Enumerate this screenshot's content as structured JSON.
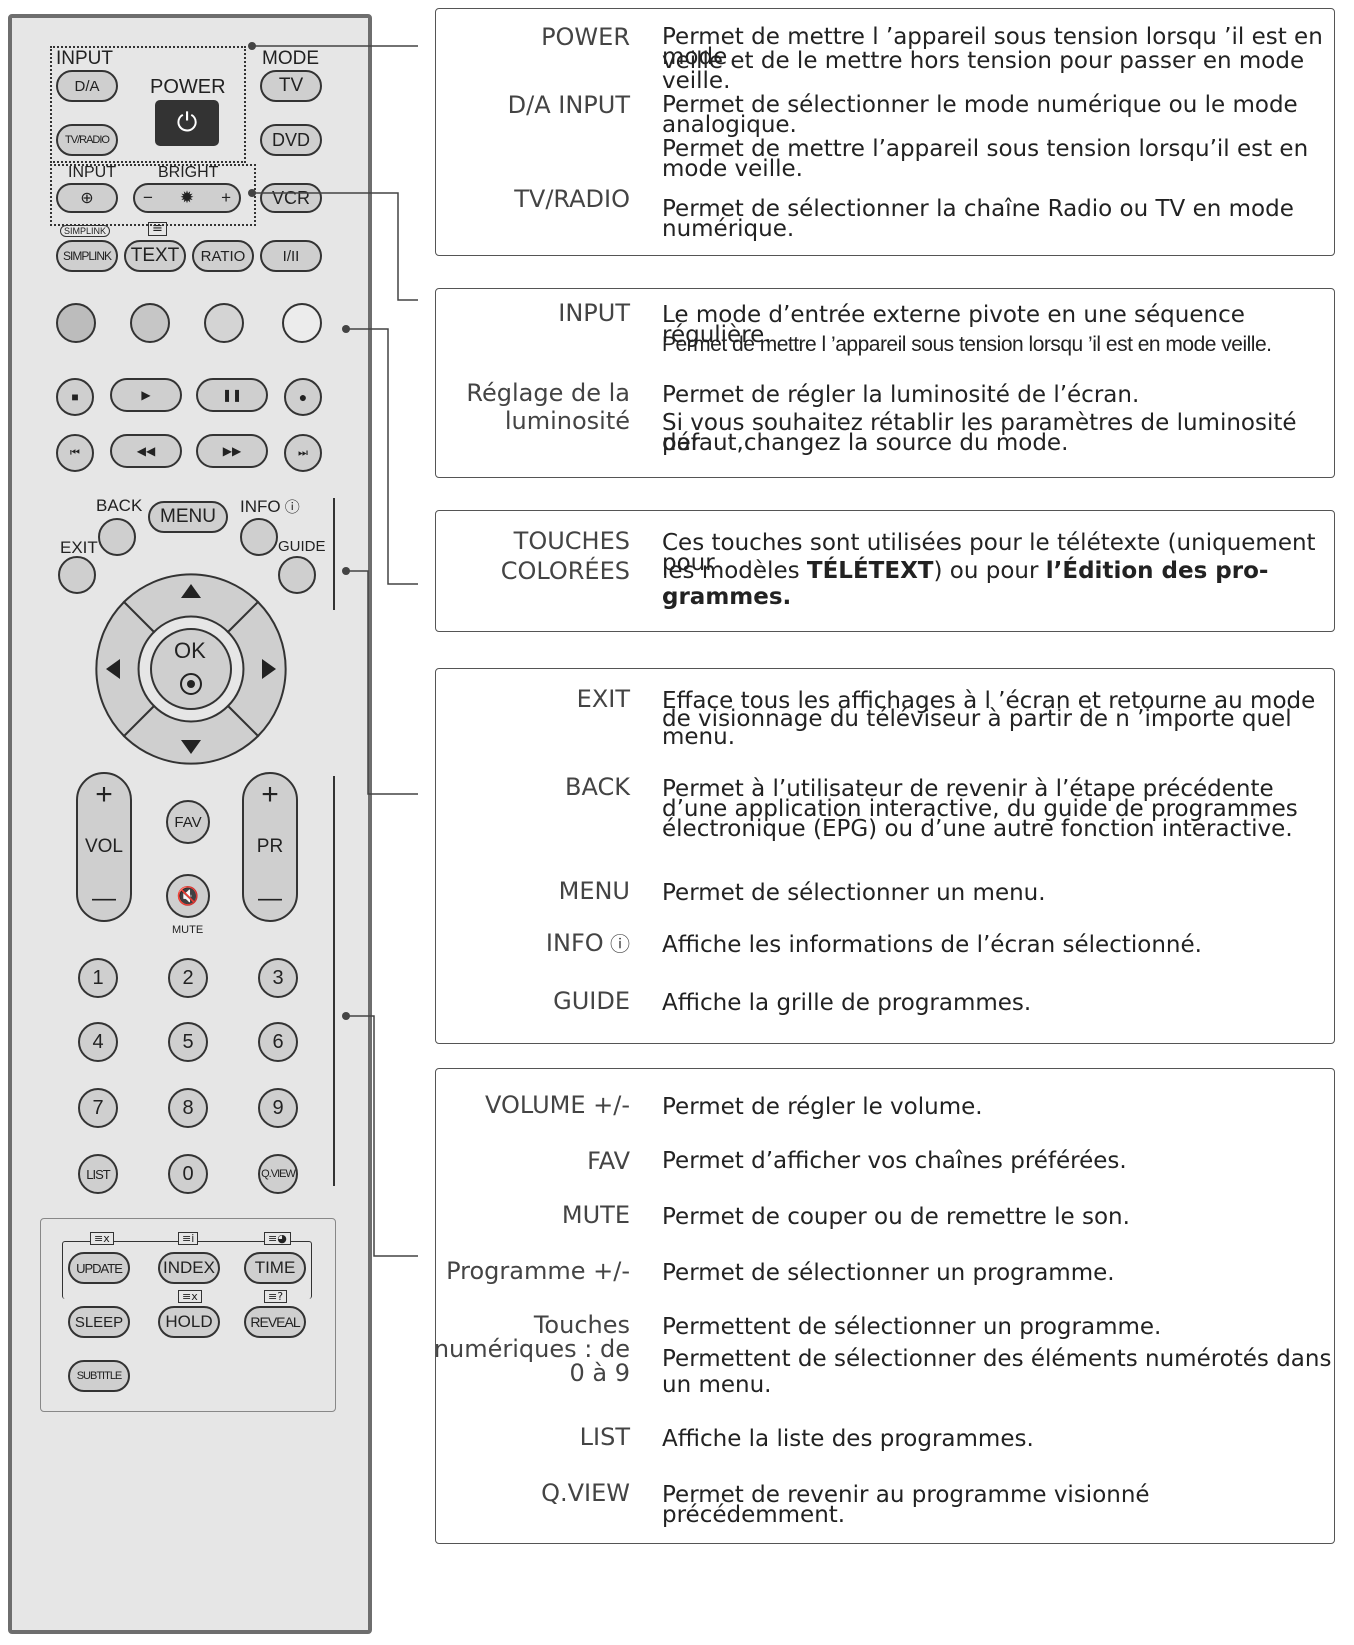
{
  "remote": {
    "input_label": "INPUT",
    "mode_label": "MODE",
    "power_label": "POWER",
    "da": "D/A",
    "tv": "TV",
    "tvradio": "TV/RADIO",
    "dvd": "DVD",
    "input2_label": "INPUT",
    "bright_label": "BRIGHT",
    "bright_minus": "−",
    "bright_plus": "+",
    "vcr": "VCR",
    "simplink_logo": "SIMPLINK",
    "simplink": "SIMPLINK",
    "text": "TEXT",
    "ratio": "RATIO",
    "iii": "I/II",
    "back": "BACK",
    "menu": "MENU",
    "info": "INFO",
    "exit": "EXIT",
    "guide": "GUIDE",
    "ok": "OK",
    "vol": "VOL",
    "pr": "PR",
    "fav": "FAV",
    "mute": "MUTE",
    "plus": "+",
    "minus": "—",
    "nums": [
      "1",
      "2",
      "3",
      "4",
      "5",
      "6",
      "7",
      "8",
      "9"
    ],
    "list": "LIST",
    "zero": "0",
    "qview": "Q.VIEW",
    "update": "UPDATE",
    "index": "INDEX",
    "time": "TIME",
    "sleep": "SLEEP",
    "hold": "HOLD",
    "reveal": "REVEAL",
    "subtitle": "SUBTITLE"
  },
  "panel1": {
    "power_term": "POWER",
    "power_desc1": "Permet de mettre l ’appareil sous tension lorsqu ’il est en mode",
    "power_desc2": "veille et de le mettre hors tension pour passer en mode veille.",
    "da_term": "D/A INPUT",
    "da_desc1": "Permet de sélectionner le mode numérique ou le mode",
    "da_desc2": "analogique.",
    "da_desc3": "Permet de mettre l’appareil sous tension lorsqu’il est en",
    "da_desc4": "mode veille.",
    "tvr_term": "TV/RADIO",
    "tvr_desc1": "Permet de sélectionner la chaîne Radio ou TV en mode",
    "tvr_desc2": "numérique."
  },
  "panel2": {
    "input_term": "INPUT",
    "input_desc1": "Le mode d’entrée externe pivote en une séquence régulière.",
    "input_desc2": "Permet de mettre l ’appareil sous tension lorsqu ’il est en mode veille.",
    "bright_term1": "Réglage de la",
    "bright_term2": "luminosité",
    "bright_desc1": "Permet de régler la luminosité de l’écran.",
    "bright_desc2": "Si vous souhaitez rétablir les paramètres de luminosité par",
    "bright_desc3": "défaut,changez la source du mode."
  },
  "panel3": {
    "term1": "TOUCHES",
    "term2": "COLORÉES",
    "desc1": "Ces touches sont utilisées pour le télétexte (uniquement pour",
    "desc2a": "les modèles ",
    "desc2b": "TÉLÉTEXT",
    "desc2c": ") ou pour ",
    "desc2d": "l’Édition des pro-",
    "desc3": "grammes."
  },
  "panel4": {
    "exit_term": "EXIT",
    "exit_desc1": "Efface tous les affichages à l ’écran et retourne au mode",
    "exit_desc2": "de visionnage du téléviseur à partir de n ’importe quel",
    "exit_desc3": "menu.",
    "back_term": "BACK",
    "back_desc1": "Permet à l’utilisateur de revenir à l’étape précédente",
    "back_desc2": "d’une application interactive, du guide de programmes",
    "back_desc3": "électronique (EPG) ou d’une autre fonction interactive.",
    "menu_term": "MENU",
    "menu_desc": "Permet de sélectionner un menu.",
    "info_term": "INFO",
    "info_desc": "Affiche les informations de l’écran sélectionné.",
    "guide_term": "GUIDE",
    "guide_desc": "Affiche la grille de programmes."
  },
  "panel5": {
    "vol_term": "VOLUME +/-",
    "vol_desc": "Permet de régler le volume.",
    "fav_term": "FAV",
    "fav_desc": "Permet d’afficher vos chaînes préférées.",
    "mute_term": "MUTE",
    "mute_desc": "Permet de couper ou de remettre le son.",
    "prog_term": "Programme +/-",
    "prog_desc": "Permet de sélectionner un programme.",
    "num_term1": "Touches",
    "num_term2": "numériques : de",
    "num_term3": "0 à 9",
    "num_desc1": "Permettent de sélectionner un programme.",
    "num_desc2": "Permettent de sélectionner des éléments numérotés dans",
    "num_desc3": "un menu.",
    "list_term": "LIST",
    "list_desc": "Affiche la liste des programmes.",
    "qview_term": "Q.VIEW",
    "qview_desc": "Permet de revenir au programme visionné précédemment."
  },
  "colors": {
    "button": "#cfcfcf",
    "power_button": "#333333",
    "remote_body": "#e6e6e6",
    "remote_border": "#6e6e6e"
  }
}
